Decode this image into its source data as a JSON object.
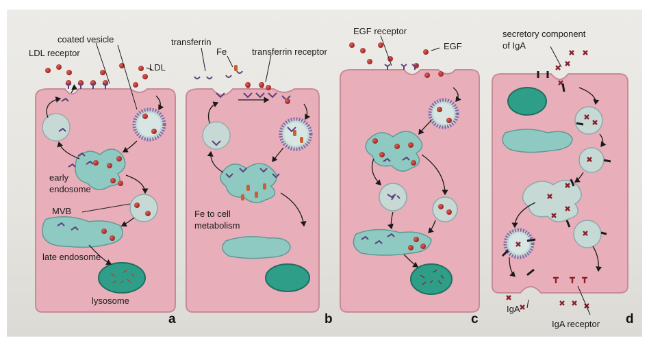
{
  "labels": {
    "coated_vesicle": "coated vesicle",
    "ldl_receptor": "LDL receptor",
    "ldl": "LDL",
    "early_endosome_1": "early",
    "early_endosome_2": "endosome",
    "mvb": "MVB",
    "late_endosome": "late endosome",
    "lysosome": "lysosome",
    "transferrin": "transferrin",
    "fe": "Fe",
    "transferrin_receptor": "transferrin receptor",
    "fe_metabolism_1": "Fe to cell",
    "fe_metabolism_2": "metabolism",
    "egf_receptor": "EGF receptor",
    "egf": "EGF",
    "secretory_component_1": "secretory component",
    "secretory_component_2": "of IgA",
    "iga": "IgA",
    "iga_receptor": "IgA receptor"
  },
  "panels": [
    "a",
    "b",
    "c",
    "d"
  ],
  "colors": {
    "cell": "#e8aeb9",
    "cell_edge": "#c98a98",
    "vesicle": "#c6d9d5",
    "endosome": "#8ec9c2",
    "lysosome": "#2f9e88",
    "ldl": "#b4302c",
    "receptor": "#5a3f7a",
    "iga_receptor": "#8a1f2a"
  }
}
